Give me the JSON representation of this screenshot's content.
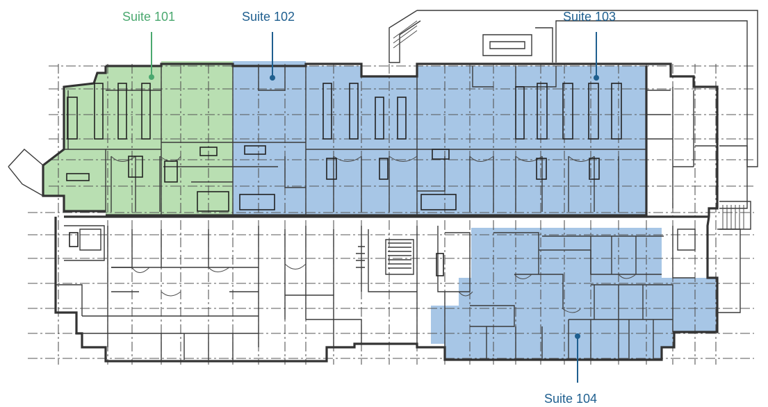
{
  "suites": [
    {
      "id": "101",
      "label": "Suite 101",
      "color": "#4aa86f",
      "fill": "#b9dfb2"
    },
    {
      "id": "102",
      "label": "Suite 102",
      "color": "#1f5f8f",
      "fill": "#a7c6e6"
    },
    {
      "id": "103",
      "label": "Suite 103",
      "color": "#1f5f8f",
      "fill": "#a7c6e6"
    },
    {
      "id": "104",
      "label": "Suite 104",
      "color": "#1f5f8f",
      "fill": "#a7c6e6"
    }
  ]
}
